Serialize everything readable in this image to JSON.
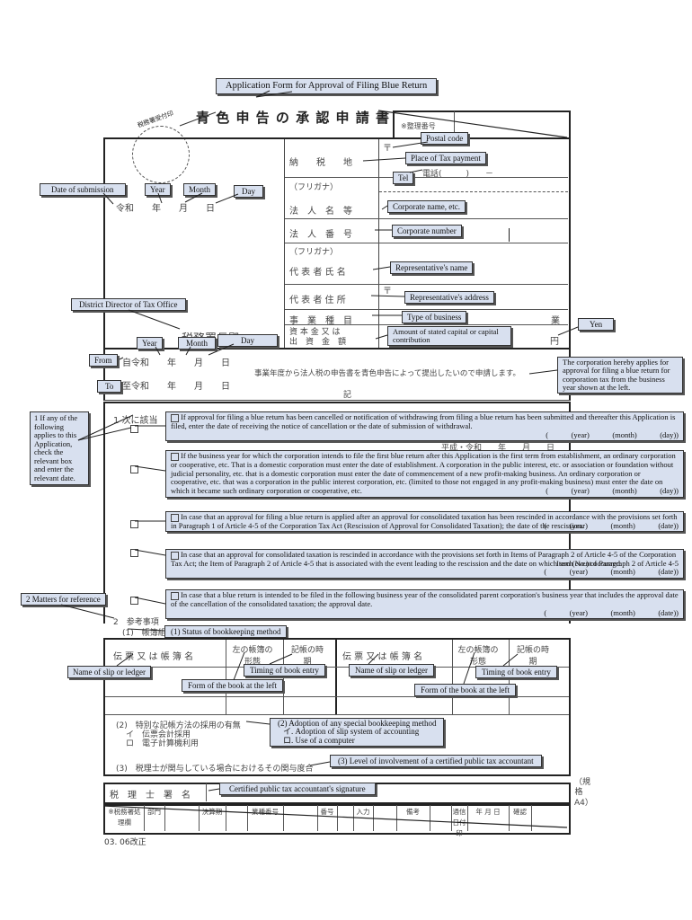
{
  "title": {
    "en": "Application Form for Approval of Filing Blue Return",
    "jp": "青 色 申 告 の 承 認 申 請 書"
  },
  "stamp": {
    "label": "税務署受付印"
  },
  "ref_number": {
    "label": "※整理番号"
  },
  "fields": {
    "postal_mark": "〒",
    "postal_callout": "Postal code",
    "tax_place_label": "納　　税　　地",
    "tax_place_callout": "Place of Tax payment",
    "tel_label": "電話(　　　)　　－",
    "tel_callout": "Tel",
    "furigana1": "（フリガナ）",
    "corp_name_label": "法　人　名　等",
    "corp_name_callout": "Corporate name, etc.",
    "corp_number_label": "法　人　番　号",
    "corp_number_callout": "Corporate number",
    "furigana2": "（フリガナ）",
    "rep_name_label": "代 表 者 氏 名",
    "rep_name_callout": "Representative's name",
    "rep_address_label": "代 表 者 住 所",
    "rep_address_postal": "〒",
    "rep_address_callout": "Representative's address",
    "business_type_label": "事　業　種　目",
    "business_type_callout": "Type of business",
    "business_type_unit": "業",
    "capital_label_1": "資 本 金 又 は",
    "capital_label_2": "出　資　金　額",
    "capital_callout": "Amount of stated capital or capital contribution",
    "capital_unit": "円",
    "yen_callout": "Yen"
  },
  "submission": {
    "callout": "Date of submission",
    "date_jp": "令和　　年　　月　　日",
    "year_callout": "Year",
    "month_callout": "Month",
    "day_callout": "Day"
  },
  "district": {
    "callout": "District Director of Tax Office",
    "label": "税務署長殿"
  },
  "period": {
    "year_callout": "Year",
    "month_callout": "Month",
    "day_callout": "Day",
    "from_callout": "From",
    "from_jp": "自令和　　年　　月　　日",
    "to_callout": "To",
    "to_jp": "至令和　　年　　月　　日",
    "statement_jp": "事業年度から法人税の申告書を青色申告によって提出したいので申請します。",
    "statement_callout": "The corporation hereby applies for approval for filing a blue return for corporation tax from the business year shown at the left.",
    "ki": "記"
  },
  "section1": {
    "callout": "1 If any of the following applies to this Application, check the relevant box and enter the relevant date.",
    "num_jp": "1",
    "heading_jp": "次に該当",
    "items": [
      {
        "text": "If approval for filing a blue return has been cancelled or notification of withdrawing from filing a blue return has been submitted and thereafter this Application is filed, enter the date of receiving the notice of cancellation or the date of submission of withdrawal.",
        "date": "(　　　(year)　　　(month)　　　(day))"
      },
      {
        "text": "If the business year for which the corporation intends to file the first blue return after this Application is the first term from establishment, an ordinary corporation or cooperative, etc. That is a domestic corporation must enter the date of establishment. A corporation in the public interest, etc. or association or foundation without judicial personality, etc. that is a domestic corporation must enter the date of commencement of a new profit-making business. An ordinary corporation or cooperative, etc. that was a corporation in the public interest corporation, etc. (limited to those not engaged in any profit-making business) must enter the date on which it became such ordinary corporation or cooperative, etc.",
        "date": "(　　　(year)　　　(month)　　　(day))"
      },
      {
        "text": "In case that an approval for filing a blue return is applied after an approval for consolidated taxation has been rescinded in accordance with the provisions set forth in Paragraph 1 of Article 4-5 of the Corporation Tax Act (Rescission of Approval for Consolidated Taxation); the date of the rescission.",
        "date": "(　　　(year)　　　(month)　　　(date))"
      },
      {
        "text": "In case that an approval for consolidated taxation is rescinded in accordance with the provisions set forth in Items of Paragraph 2 of Article 4-5 of the Corporation Tax Act; the Item of Paragraph 2 of Article 4-5 that is associated with the event leading to the rescission and the date on which such event occurred.",
        "extra": "Item (No.) of Paragraph 2 of Article 4-5",
        "date": "(　　　(year)　　　(month)　　　(date))"
      },
      {
        "text": "In case that a blue return is intended to be filed in the following business year of the consolidated parent corporation's business year that includes the approval date of the cancellation of the consolidated taxation; the approval date.",
        "date": "(　　　(year)　　　(month)　　　(date))"
      }
    ],
    "era_date_jp": "平成・令和　　年　　月　　日"
  },
  "section2": {
    "callout": "2 Matters for reference",
    "heading_jp": "2　参考事項",
    "sub1_jp": "(1)　帳簿組織",
    "sub1_callout": "(1) Status of bookkeeping method",
    "table": {
      "headers_jp": [
        "伝 票 又 は 帳 簿 名",
        "左の帳簿の形態",
        "記帳の時期",
        "伝 票 又 は 帳 簿 名",
        "左の帳簿の形態",
        "記帳の時期"
      ],
      "callouts": [
        "Name of slip or ledger",
        "Form of the book at the left",
        "Timing of book entry",
        "Name of slip or ledger",
        "Form of the book at the left",
        "Timing of book entry"
      ]
    },
    "sub2_jp": "(2)　特別な記帳方法の採用の有無",
    "sub2_i_jp": "イ　伝票会計採用",
    "sub2_ro_jp": "ロ　電子計算機利用",
    "sub2_callout_1": "(2) Adoption of any special bookkeeping method",
    "sub2_callout_2": "イ. Adoption of slip system of accounting",
    "sub2_callout_3": "ロ. Use of a computer",
    "sub3_jp": "(3)　税理士が関与している場合におけるその関与度合",
    "sub3_callout": "(3) Level of involvement of a certified public tax accountant"
  },
  "signature": {
    "label_jp": "税　理　士　署　名",
    "callout": "Certified public tax accountant's signature"
  },
  "office_use": {
    "cells": [
      "※税務署処理欄",
      "部門",
      "決算期",
      "業種番号",
      "番号",
      "入力",
      "備考",
      "通信日付印",
      "年 月 日",
      "確認"
    ]
  },
  "footer": {
    "revision": "03. 06改正",
    "paper_size": "（規格A4）"
  }
}
